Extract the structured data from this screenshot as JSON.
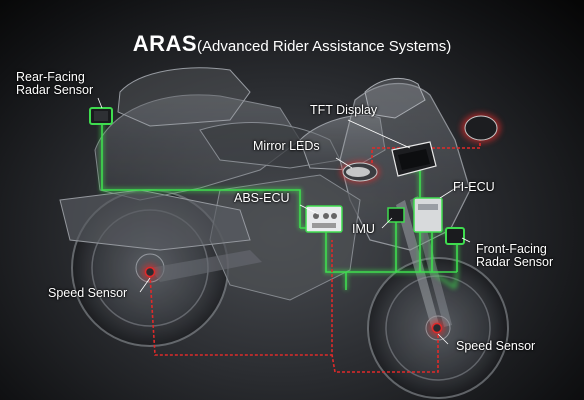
{
  "title": {
    "main": "ARAS",
    "sub": "(Advanced Rider Assistance Systems)"
  },
  "labels": {
    "rear_radar": [
      "Rear-Facing",
      "Radar Sensor"
    ],
    "tft_display": "TFT Display",
    "mirror_leds": "Mirror LEDs",
    "abs_ecu": "ABS-ECU",
    "fi_ecu": "FI-ECU",
    "imu": "IMU",
    "front_radar": [
      "Front-Facing",
      "Radar Sensor"
    ],
    "speed_sensor_rear": "Speed Sensor",
    "speed_sensor_front": "Speed Sensor"
  },
  "colors": {
    "green_line": "#3fdc4f",
    "red_line": "#e02a2a",
    "background": "#2a2c30",
    "text": "#ffffff"
  }
}
